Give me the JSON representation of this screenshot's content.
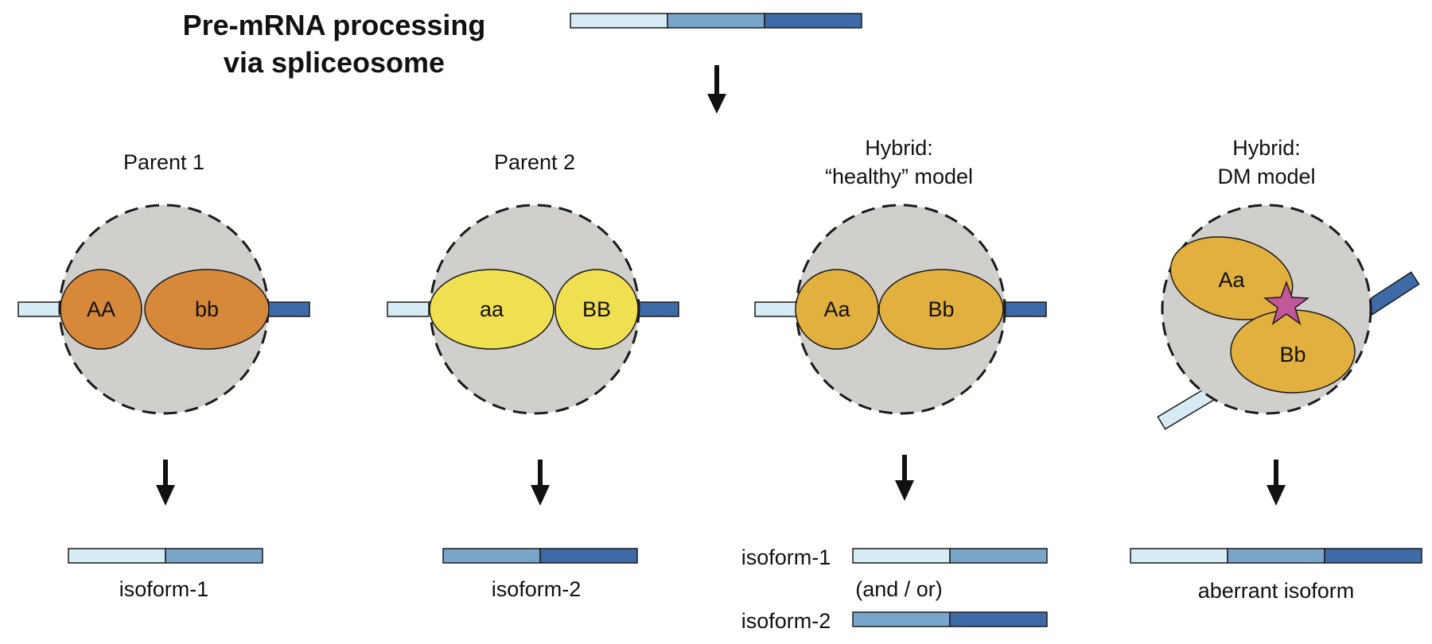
{
  "title": {
    "line1": "Pre-mRNA processing",
    "line2": "via spliceosome"
  },
  "colors": {
    "exon1": "#d7ebf5",
    "exon2": "#78a5c8",
    "exon3": "#3e6ba7",
    "circle": "#d1cfcb",
    "parent1_protein": "#d8883a",
    "parent2_protein": "#f0df50",
    "hybrid_protein": "#e2b03e",
    "star": "#c2579a"
  },
  "panels": {
    "parent1": {
      "heading": "Parent 1",
      "left_allele": "AA",
      "right_allele": "bb",
      "product": "isoform-1"
    },
    "parent2": {
      "heading": "Parent 2",
      "left_allele": "aa",
      "right_allele": "BB",
      "product": "isoform-2"
    },
    "hybrid_healthy": {
      "heading_line1": "Hybrid:",
      "heading_line2": "“healthy” model",
      "left_allele": "Aa",
      "right_allele": "Bb",
      "product1": "isoform-1",
      "connector": "(and / or)",
      "product2": "isoform-2"
    },
    "hybrid_dm": {
      "heading_line1": "Hybrid:",
      "heading_line2": "DM model",
      "top_allele": "Aa",
      "bottom_allele": "Bb",
      "marker_icon": "star-icon",
      "product": "aberrant isoform"
    }
  }
}
